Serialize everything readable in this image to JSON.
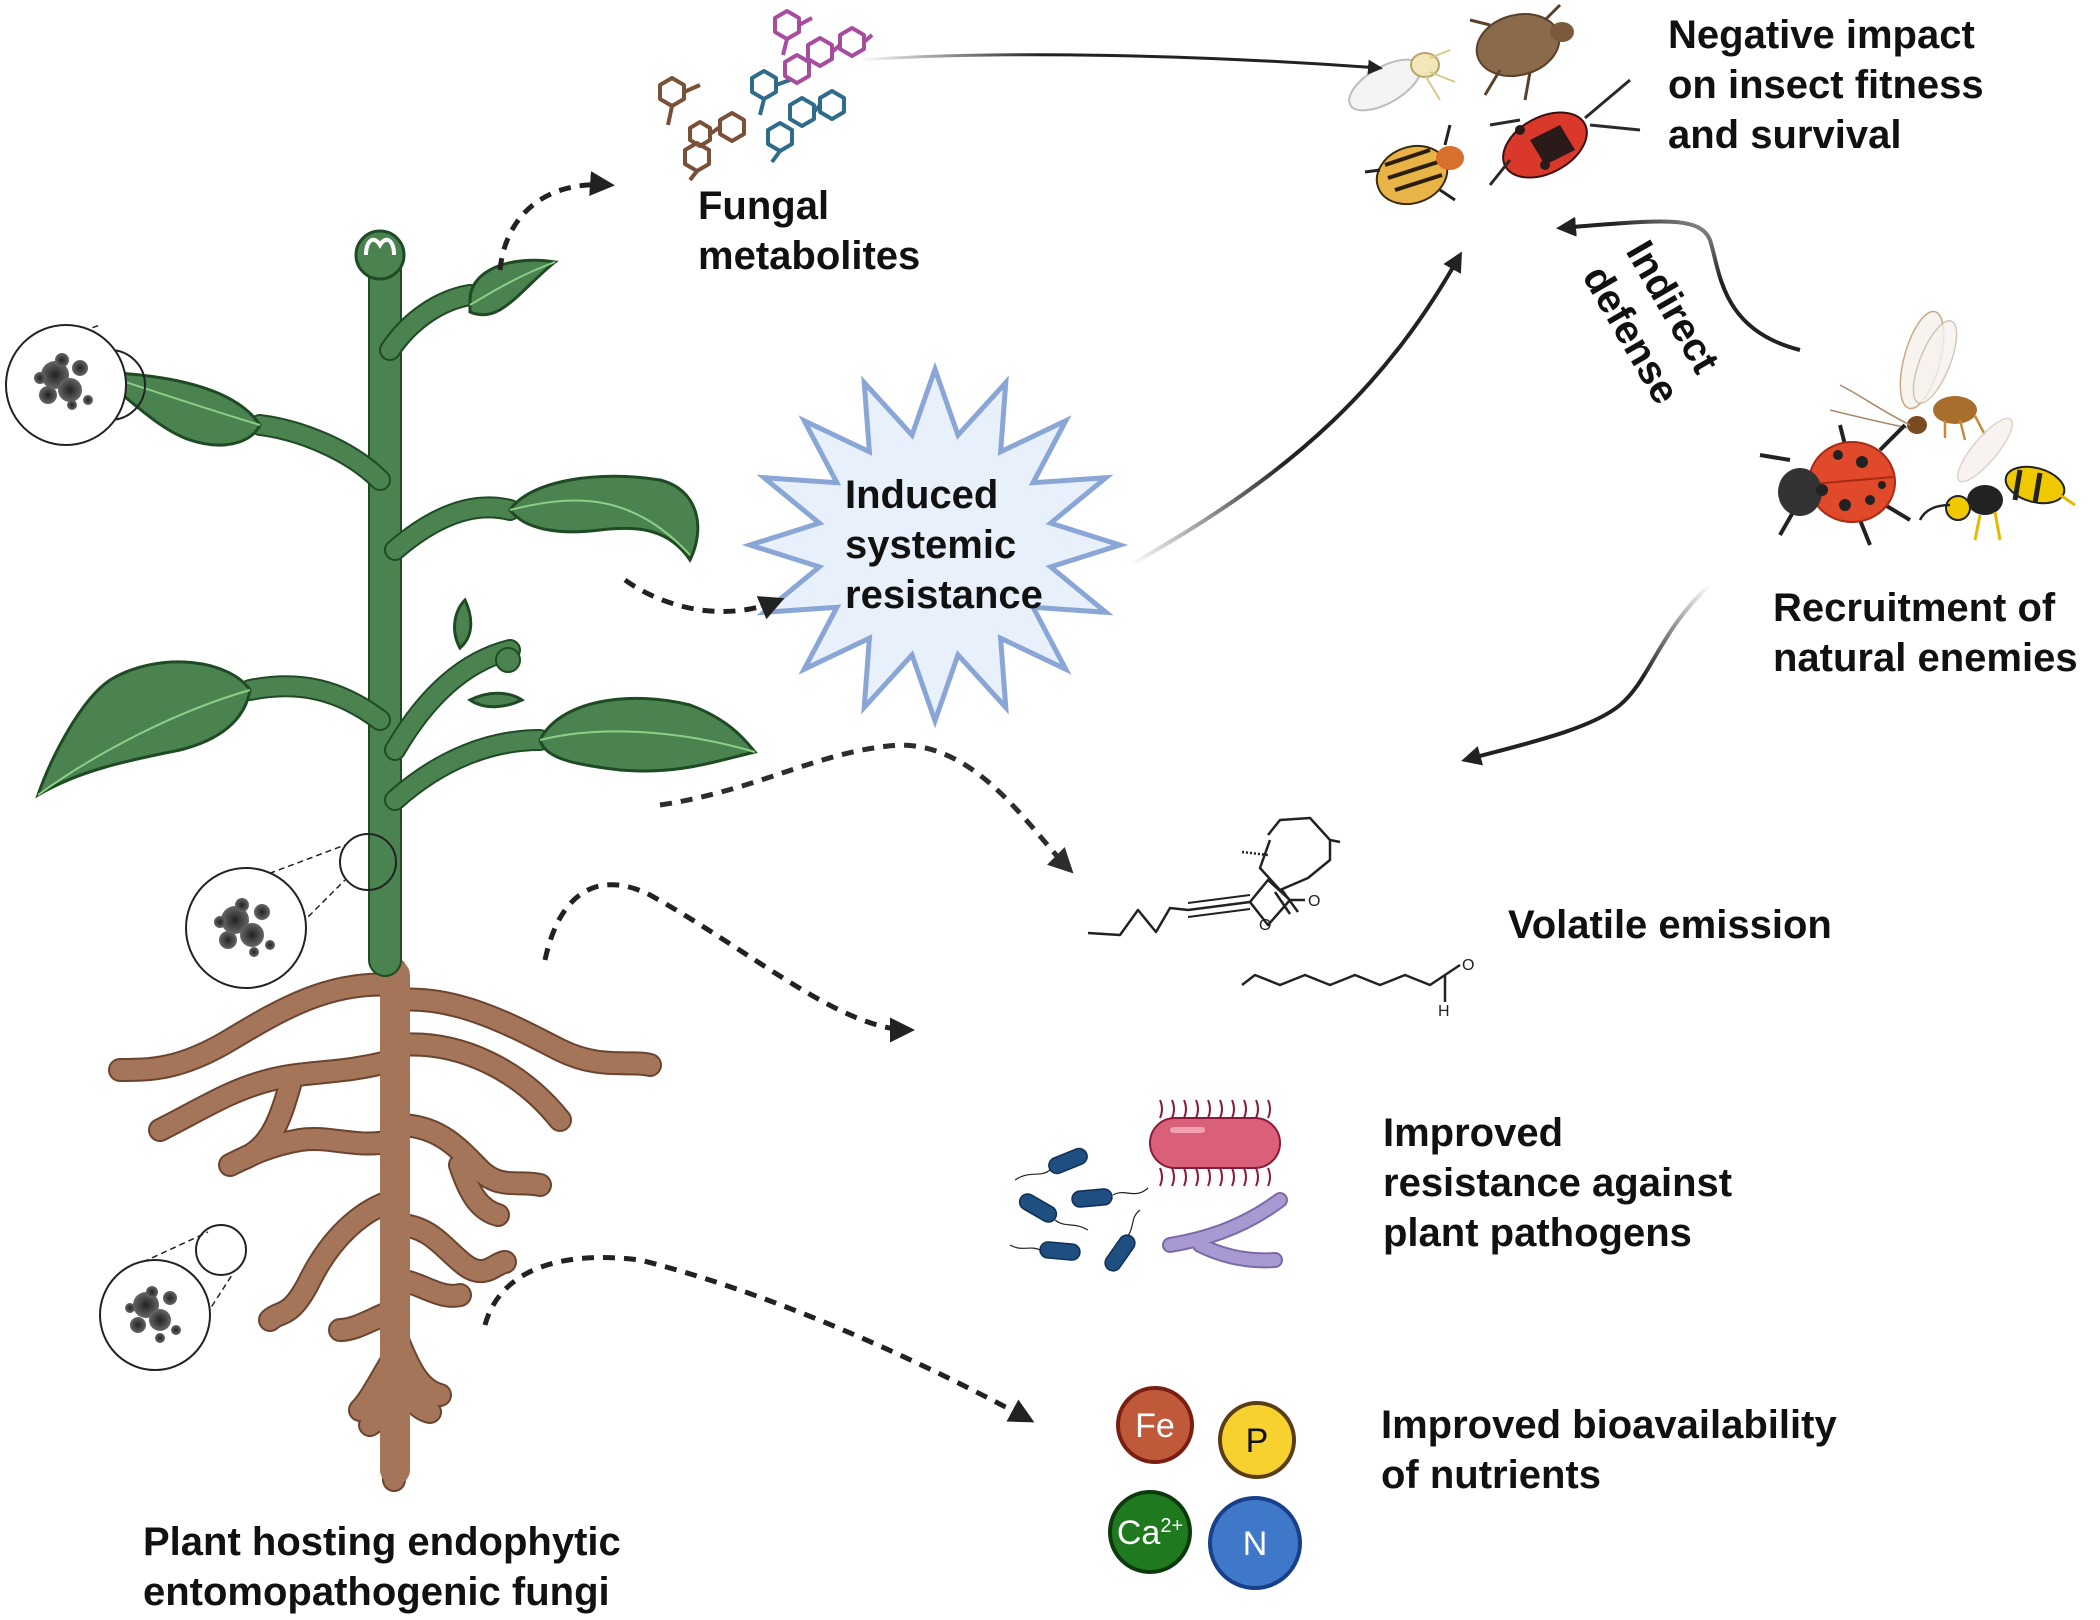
{
  "figure": {
    "type": "schematic",
    "subject": "Plant hosting endophytic entomopathogenic fungi and its effects"
  },
  "labels": {
    "plant_caption": [
      "Plant hosting endophytic",
      "entomopathogenic fungi"
    ],
    "fungal_metabolites": [
      "Fungal",
      "metabolites"
    ],
    "induced_resistance": [
      "Induced",
      "systemic",
      "resistance"
    ],
    "negative_impact": [
      "Negative impact",
      "on insect fitness",
      "and survival"
    ],
    "indirect_defense": [
      "Indirect",
      "defense"
    ],
    "recruitment": [
      "Recruitment of",
      "natural enemies"
    ],
    "volatile_emission": "Volatile emission",
    "pathogen_resistance": [
      "Improved",
      "resistance against",
      "plant pathogens"
    ],
    "nutrient_bioavailability": [
      "Improved bioavailability",
      "of nutrients"
    ]
  },
  "nutrients": [
    {
      "symbol": "Fe",
      "superscript": "",
      "fill": "#c0583a",
      "stroke": "#7a1e12",
      "text_color": "#ffffff"
    },
    {
      "symbol": "P",
      "superscript": "",
      "fill": "#f7d22e",
      "stroke": "#5a3d12",
      "text_color": "#111111"
    },
    {
      "symbol": "Ca",
      "superscript": "2+",
      "fill": "#1f7a1f",
      "stroke": "#0d3a0d",
      "text_color": "#ffffff"
    },
    {
      "symbol": "N",
      "superscript": "",
      "fill": "#3f78c8",
      "stroke": "#173f8a",
      "text_color": "#ffffff"
    }
  ],
  "chemistry": {
    "volatile_heteroatoms": [
      "O",
      "O",
      "O",
      "H"
    ]
  },
  "colors": {
    "plant_green": "#4a8350",
    "plant_outline": "#1f4a24",
    "vein": "#8ccf86",
    "root_brown": "#a5755a",
    "root_outline": "#6b4430",
    "starburst_fill": "#e8f0fb",
    "starburst_stroke": "#8aa6d6",
    "arrow": "#222222"
  }
}
